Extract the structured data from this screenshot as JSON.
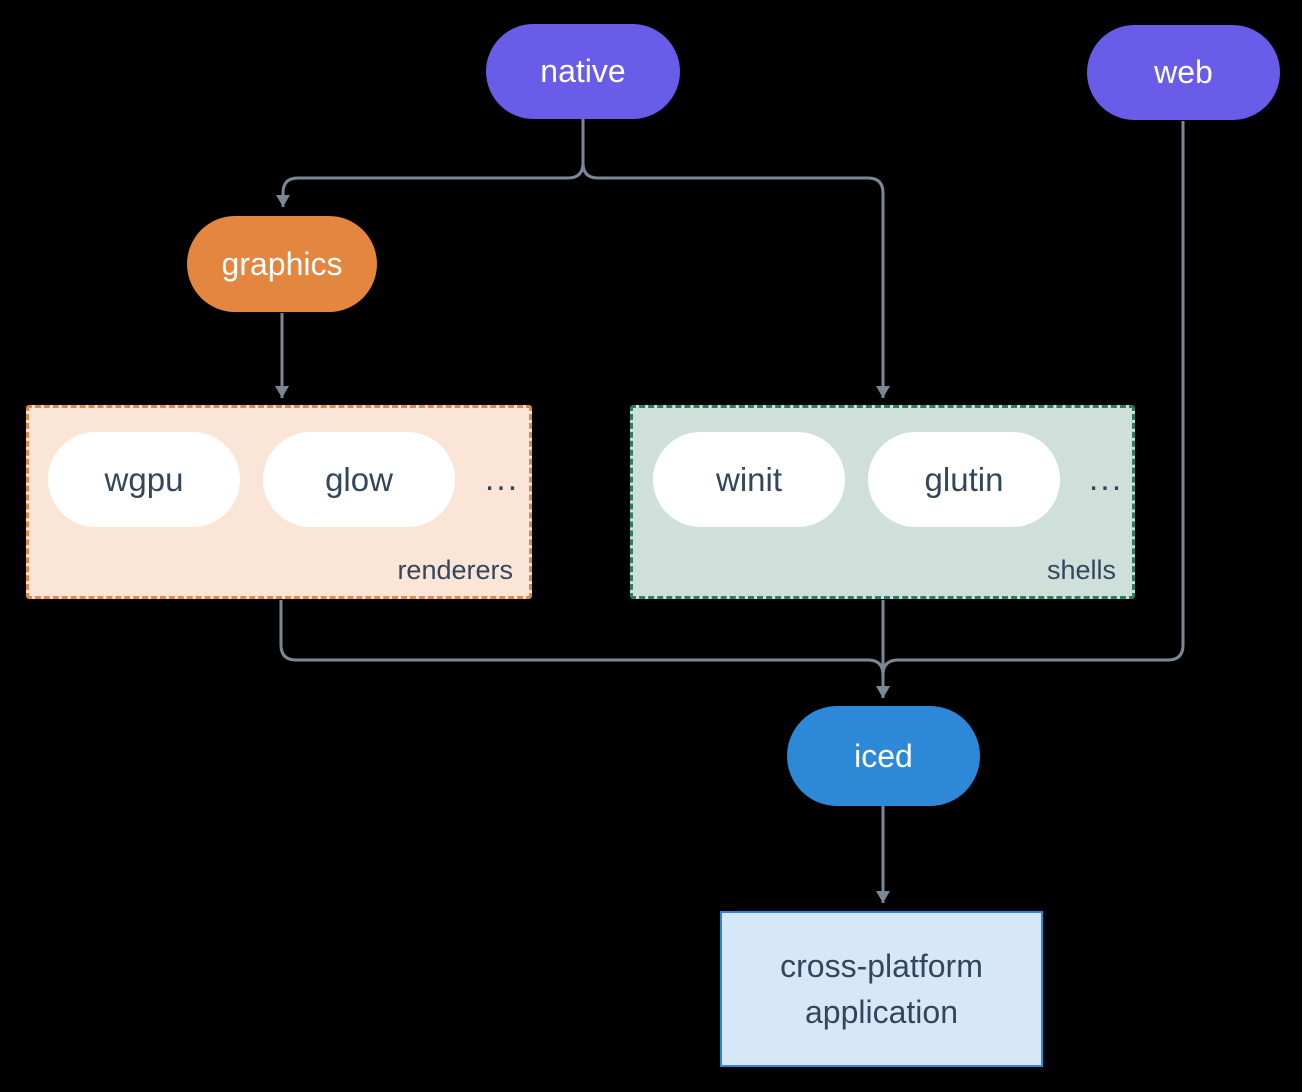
{
  "colors": {
    "background": "#000000",
    "connector": "#7b8795",
    "native_web_fill": "#695ce8",
    "graphics_fill": "#e3863f",
    "iced_fill": "#2d89d8",
    "renderers_bg": "#fae5d6",
    "renderers_border": "#df8a4a",
    "shells_bg": "#cfe0da",
    "shells_border": "#2a7d68",
    "inner_pill_bg": "#ffffff",
    "dark_text": "#33475c",
    "app_bg": "#d6e8f8",
    "app_border": "#2d89d8",
    "pill_text": "#ffffff"
  },
  "nodes": {
    "native": "native",
    "web": "web",
    "graphics": "graphics",
    "iced": "iced",
    "app_line1": "cross-platform",
    "app_line2": "application"
  },
  "groups": {
    "renderers": {
      "label": "renderers",
      "items": [
        "wgpu",
        "glow"
      ],
      "ellipsis": "..."
    },
    "shells": {
      "label": "shells",
      "items": [
        "winit",
        "glutin"
      ],
      "ellipsis": "..."
    }
  }
}
